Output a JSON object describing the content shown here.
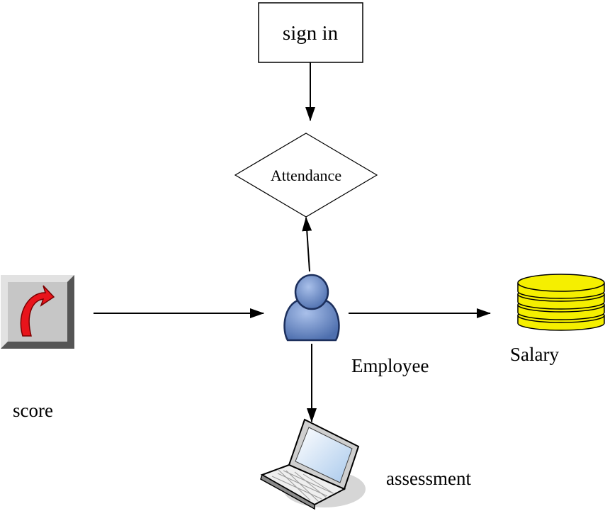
{
  "nodes": {
    "sign_in": "sign in",
    "attendance": "Attendance",
    "employee": "Employee",
    "salary": "Salary",
    "score": "score",
    "assessment": "assessment"
  },
  "icons": {
    "score": "curved-arrow-icon",
    "employee": "person-icon",
    "salary": "coin-stack-icon",
    "assessment": "laptop-icon"
  },
  "colors": {
    "arrow_red": "#e8141b",
    "person_blue": "#6f8fc8",
    "coin_yellow": "#f5ef00",
    "stroke": "#000000"
  }
}
